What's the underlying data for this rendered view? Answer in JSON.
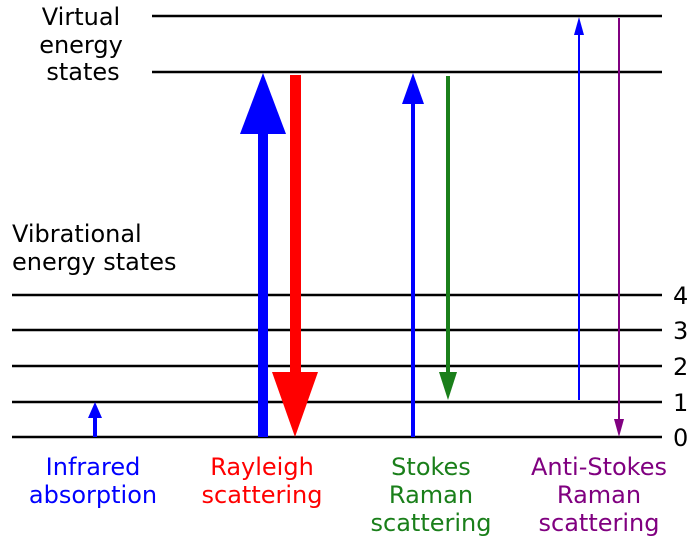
{
  "virtual_label": [
    "Virtual",
    "energy",
    "states"
  ],
  "vibrational_label": [
    "Vibrational",
    "energy states"
  ],
  "levels": [
    "4",
    "3",
    "2",
    "1",
    "0"
  ],
  "processes": [
    {
      "key": "infrared",
      "lines": [
        "Infrared",
        "absorption"
      ],
      "color": "#0000ff"
    },
    {
      "key": "rayleigh",
      "lines": [
        "Rayleigh",
        "scattering"
      ],
      "color": "#ff0000"
    },
    {
      "key": "stokes",
      "lines": [
        "Stokes",
        "Raman",
        "scattering"
      ],
      "color": "#008000"
    },
    {
      "key": "anti-stokes",
      "lines": [
        "Anti-Stokes",
        "Raman",
        "scattering"
      ],
      "color": "#800080"
    }
  ],
  "colors": {
    "excitation": "#0000ff",
    "rayleigh": "#ff0000",
    "stokes": "#1a7f1a",
    "anti_stokes": "#800080",
    "lines": "#000000"
  }
}
